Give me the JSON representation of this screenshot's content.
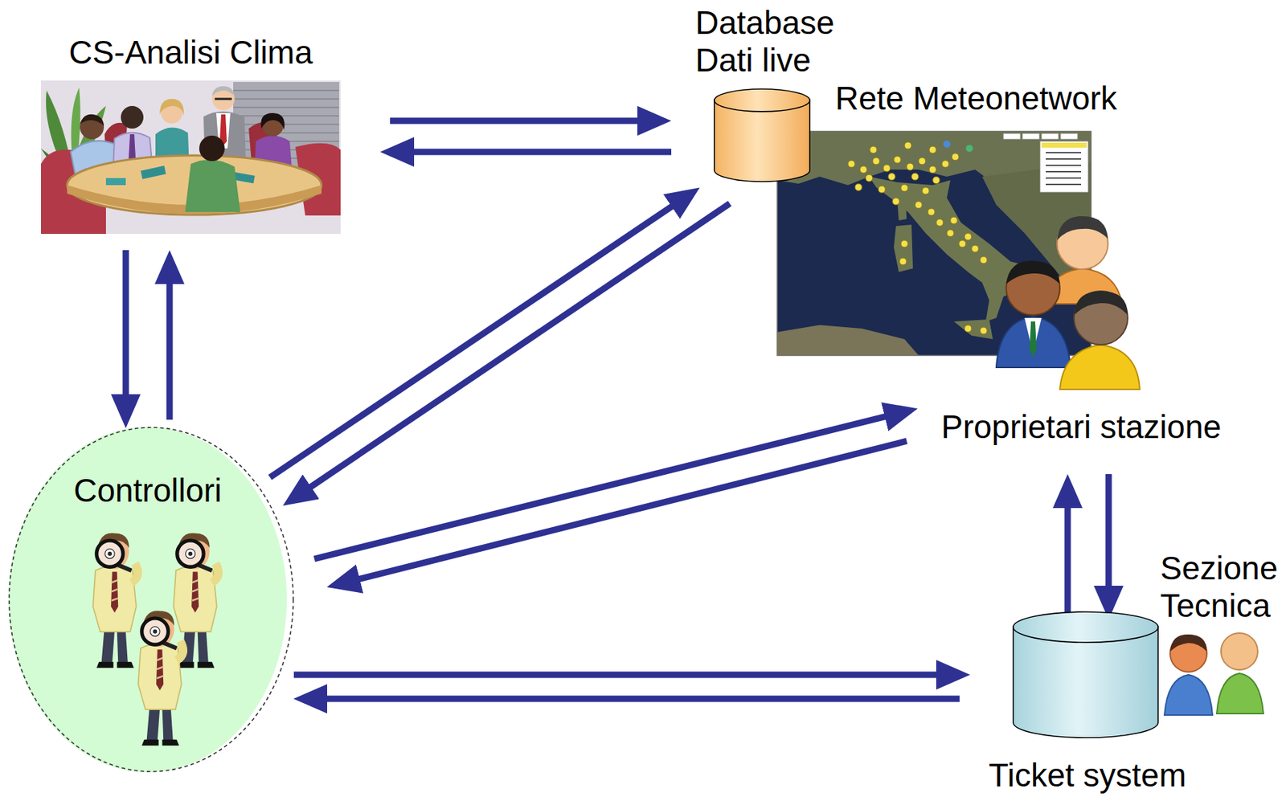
{
  "diagram": {
    "nodes": [
      {
        "text": [
          "CS-Analisi Clima"
        ]
      },
      {
        "text": [
          "Database Dati live"
        ]
      },
      {
        "text": [
          "Controllori"
        ]
      },
      {
        "text": [
          "Proprietari stazione"
        ]
      },
      {
        "text": [
          "Ticket system"
        ]
      }
    ],
    "edges": [
      {
        "from": 0,
        "to": 1,
        "arrow": "to"
      },
      {
        "from": 1,
        "to": 0,
        "arrow": "to"
      },
      {
        "from": 0,
        "to": 2,
        "arrow": "to"
      },
      {
        "from": 2,
        "to": 0,
        "arrow": "to"
      },
      {
        "from": 2,
        "to": 1,
        "arrow": "to"
      },
      {
        "from": 1,
        "to": 2,
        "arrow": "to"
      },
      {
        "from": 2,
        "to": 3,
        "arrow": "to"
      },
      {
        "from": 3,
        "to": 2,
        "arrow": "to"
      },
      {
        "from": 2,
        "to": 4,
        "arrow": "to"
      },
      {
        "from": 4,
        "to": 2,
        "arrow": "to"
      },
      {
        "from": 4,
        "to": 3,
        "arrow": "to"
      },
      {
        "from": 3,
        "to": 4,
        "arrow": "to"
      }
    ],
    "labels": [
      "Rete Meteonetwork",
      "Sezione Tecnica"
    ]
  }
}
